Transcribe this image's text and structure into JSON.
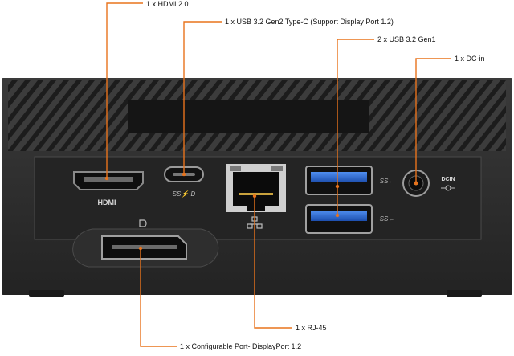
{
  "callouts": {
    "hdmi": "1 x HDMI 2.0",
    "usb_c": "1 x USB 3.2 Gen2 Type-C (Support Display Port 1.2)",
    "usb_a": "2 x USB 3.2 Gen1",
    "dc_in": "1 x DC-in",
    "rj45": "1 x RJ-45",
    "displayport": "1 x Configurable Port- DisplayPort 1.2"
  },
  "panel_labels": {
    "hdmi": "HDMI",
    "dc_in": "DCIN",
    "usb_c_logo": "SS⚡ D",
    "usb_a_logo_top": "SS←",
    "usb_a_logo_bottom": "SS←"
  },
  "icons": [
    "usb-superspeed-icon",
    "network-lan-icon",
    "displayport-icon",
    "dc-polarity-icon"
  ],
  "colors": {
    "leader_line": "#e8731c",
    "chassis": "#2b2b2b",
    "usb_blue": "#2f6bd4",
    "background": "#ffffff"
  }
}
